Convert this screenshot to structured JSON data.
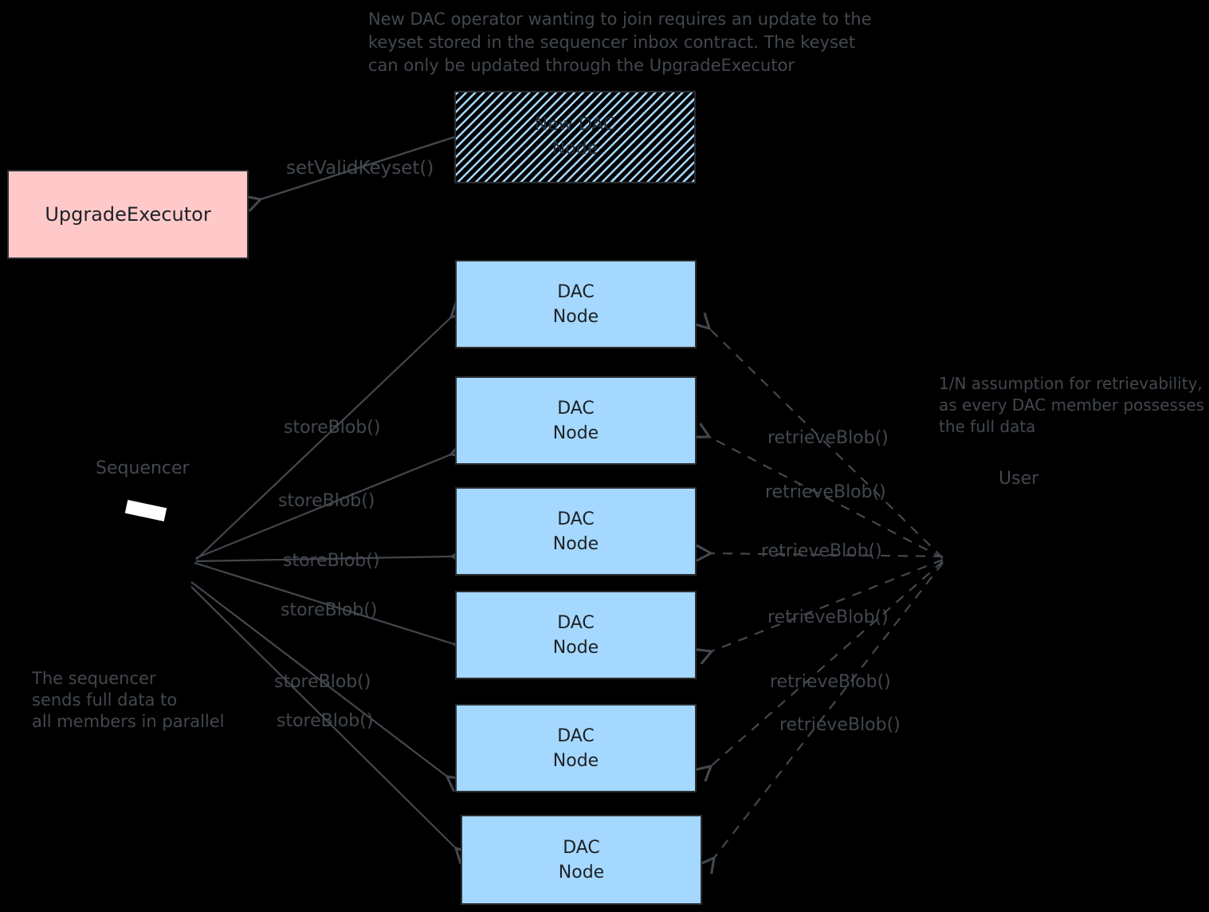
{
  "top_note": {
    "line1": "New DAC operator wanting to join requires an update to the",
    "line2": "keyset stored in the sequencer inbox contract. The keyset",
    "line3": "can only be updated through the UpgradeExecutor"
  },
  "new_dac_node_box": {
    "line1": "New DAC",
    "line2": "Node"
  },
  "upgrade_executor_box": {
    "label": "UpgradeExecutor"
  },
  "sequencer": {
    "label": "Sequencer"
  },
  "user": {
    "label": "User"
  },
  "labels": {
    "set_valid_keyset": "setValidKeyset()",
    "store_blob": "storeBlob()",
    "retrieve_blob": "retrieveBlob()"
  },
  "nodes": [
    {
      "line1": "DAC",
      "line2": "Node"
    },
    {
      "line1": "DAC",
      "line2": "Node"
    },
    {
      "line1": "DAC",
      "line2": "Node"
    },
    {
      "line1": "DAC",
      "line2": "Node"
    },
    {
      "line1": "DAC",
      "line2": "Node"
    },
    {
      "line1": "DAC",
      "line2": "Node"
    }
  ],
  "retrievability_note": {
    "line1": "1/N assumption for retrievability,",
    "line2": "as every DAC member possesses",
    "line3": "the full data"
  },
  "sequencer_note": {
    "line1": "The sequencer",
    "line2": "sends full data to",
    "line3": "all members in parallel"
  },
  "colors": {
    "background": "#000000",
    "node_fill": "#a5d8ff",
    "executor_fill": "#ffc9c9",
    "hatch_stripe": "#a5d8ff",
    "stroke_and_text": "#43484e",
    "box_border": "#2b2f34",
    "box_text": "#1d2126",
    "device_fill": "#ffffff"
  }
}
